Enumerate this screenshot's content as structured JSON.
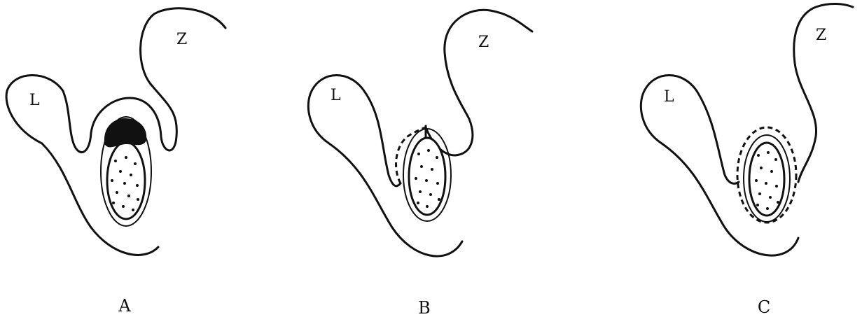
{
  "panels": [
    {
      "id": "A",
      "label": "A",
      "left_label": "L",
      "right_label": "Z"
    },
    {
      "id": "B",
      "label": "B",
      "left_label": "L",
      "right_label": "Z"
    },
    {
      "id": "C",
      "label": "C",
      "left_label": "L",
      "right_label": "Z"
    }
  ]
}
